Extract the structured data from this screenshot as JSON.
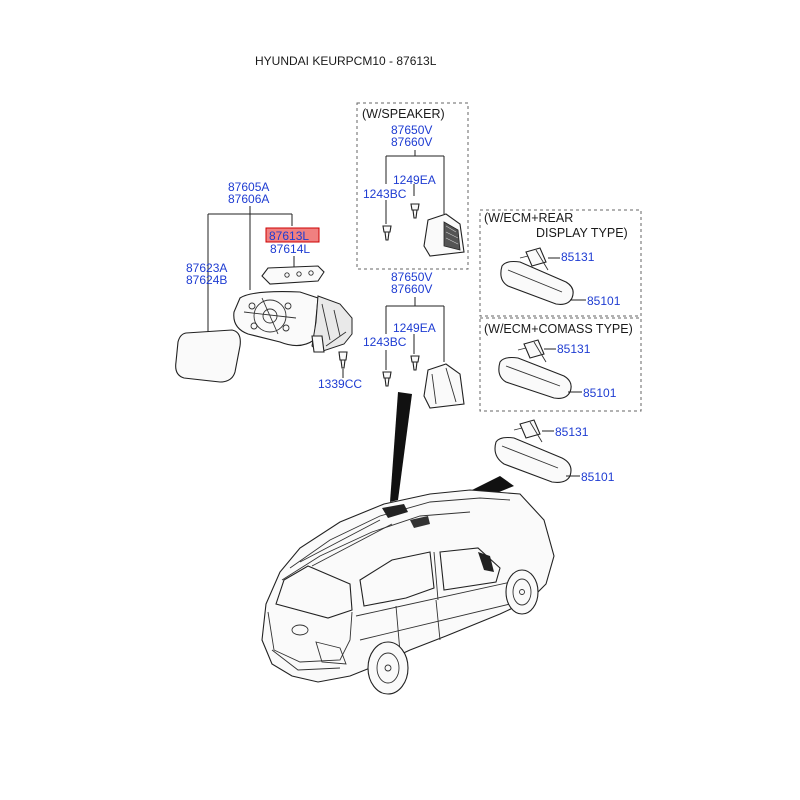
{
  "title": "HYUNDAI KEURPCM10 - 87613L",
  "colors": {
    "part_number_text": "#1e3cd2",
    "highlight_fill": "#f08080",
    "highlight_border": "#cc0000",
    "line": "#222222"
  },
  "outside_mirror": {
    "assembly_line1": "87605A",
    "assembly_line2": "87606A",
    "highlighted_part": "87613L",
    "paired_part": "87614L",
    "glass_line1": "87623A",
    "glass_line2": "87624B",
    "screw": "1339CC"
  },
  "speaker_box": {
    "heading": "(W/SPEAKER)",
    "cover_line1": "87650V",
    "cover_line2": "87660V",
    "bolt_a": "1249EA",
    "bolt_b": "1243BC"
  },
  "no_speaker": {
    "cover_line1": "87650V",
    "cover_line2": "87660V",
    "bolt_a": "1249EA",
    "bolt_b": "1243BC"
  },
  "ecm_rear_display_box": {
    "heading_line1": "(W/ECM+REAR",
    "heading_line2": "DISPLAY TYPE)",
    "cover": "85131",
    "mirror": "85101"
  },
  "ecm_compass_box": {
    "heading": "(W/ECM+COMASS TYPE)",
    "cover": "85131",
    "mirror": "85101"
  },
  "inside_mirror_base": {
    "cover": "85131",
    "mirror": "85101"
  }
}
